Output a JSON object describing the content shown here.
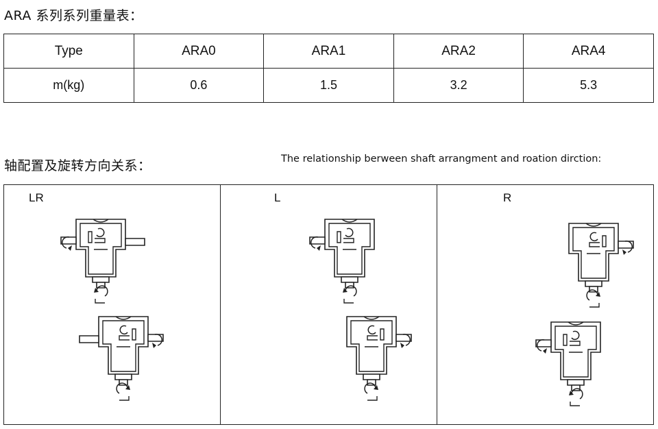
{
  "weight_section": {
    "title": "ARA 系列系列重量表："
  },
  "weight_table": {
    "rows": [
      [
        "Type",
        "ARA0",
        "ARA1",
        "ARA2",
        "ARA4"
      ],
      [
        "m(kg)",
        "0.6",
        "1.5",
        "3.2",
        "5.3"
      ]
    ]
  },
  "arrangement_section": {
    "title": "轴配置及旋转方向关系：",
    "title_en": "The relationship berween shaft arrangment and roation dirction:"
  },
  "panels": [
    {
      "label": "LR"
    },
    {
      "label": "L"
    },
    {
      "label": "R"
    }
  ]
}
